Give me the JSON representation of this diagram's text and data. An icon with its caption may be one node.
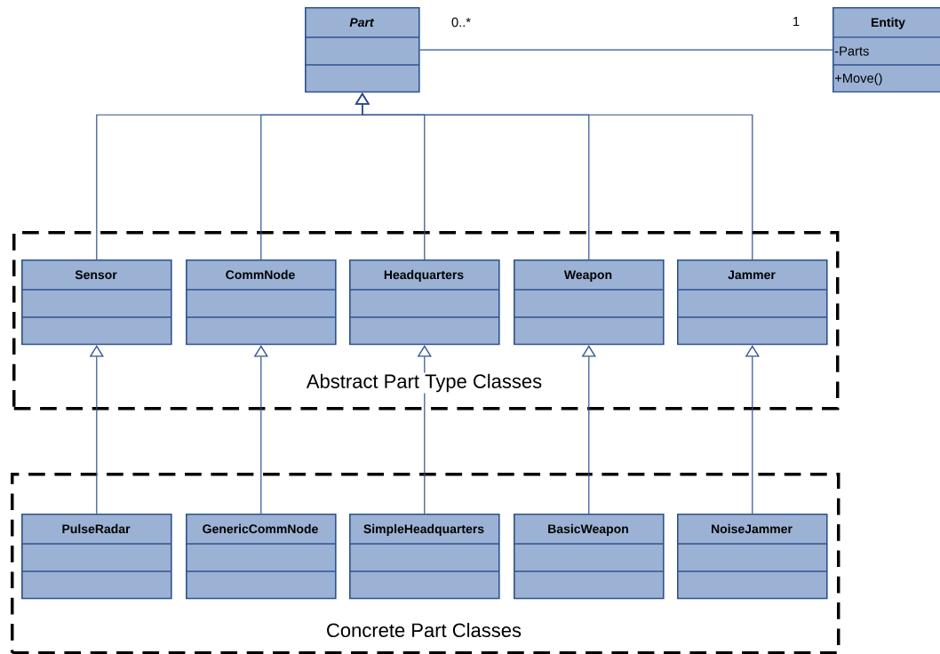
{
  "diagram": {
    "nodes": [
      {
        "text": [
          "Part"
        ]
      },
      {
        "text": [
          "Entity",
          "-Parts",
          "+Move()"
        ]
      },
      {
        "text": [
          "Abstract Part Type Classes"
        ]
      },
      {
        "text": [
          "Sensor"
        ],
        "in": 2
      },
      {
        "text": [
          "CommNode"
        ],
        "in": 2
      },
      {
        "text": [
          "Headquarters"
        ],
        "in": 2
      },
      {
        "text": [
          "Weapon"
        ],
        "in": 2
      },
      {
        "text": [
          "Jammer"
        ],
        "in": 2
      },
      {
        "text": [
          "Concrete Part Classes"
        ]
      },
      {
        "text": [
          "PulseRadar"
        ],
        "in": 8
      },
      {
        "text": [
          "GenericCommNode"
        ],
        "in": 8
      },
      {
        "text": [
          "SimpleHeadquarters"
        ],
        "in": 8
      },
      {
        "text": [
          "BasicWeapon"
        ],
        "in": 8
      },
      {
        "text": [
          "NoiseJammer"
        ],
        "in": 8
      }
    ],
    "edges": [
      {
        "from": 0,
        "to": 1,
        "arrow": "none"
      },
      {
        "from": 3,
        "to": 0,
        "arrow": "to"
      },
      {
        "from": 4,
        "to": 0,
        "arrow": "to"
      },
      {
        "from": 5,
        "to": 0,
        "arrow": "to"
      },
      {
        "from": 6,
        "to": 0,
        "arrow": "to"
      },
      {
        "from": 7,
        "to": 0,
        "arrow": "to"
      },
      {
        "from": 9,
        "to": 3,
        "arrow": "to"
      },
      {
        "from": 10,
        "to": 4,
        "arrow": "to"
      },
      {
        "from": 11,
        "to": 5,
        "arrow": "to"
      },
      {
        "from": 12,
        "to": 6,
        "arrow": "to"
      },
      {
        "from": 13,
        "to": 7,
        "arrow": "to"
      }
    ],
    "labels": [
      "0..*",
      "1"
    ]
  }
}
